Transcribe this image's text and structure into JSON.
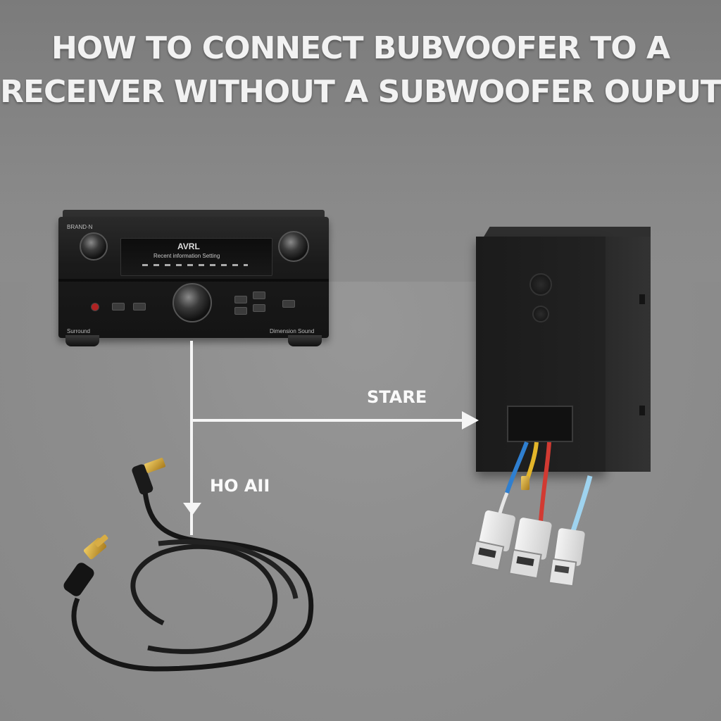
{
  "title": {
    "line1": "HOW TO CONNECT BUBVOOFER TO A",
    "line2": "RECEIVER WITHOUT A SUBWOOFER OUPUT"
  },
  "labels": {
    "arrow_right": "STARE",
    "arrow_down": "HO AII"
  },
  "receiver": {
    "brand": "BRAND·N",
    "display_title": "AVRL",
    "display_line": "Recent information Setting",
    "bottom_left": "Surround",
    "bottom_right": "Dimension Sound"
  },
  "colors": {
    "background": "#8a8a8a",
    "device": "#1c1c1c",
    "arrow": "#f5f5f5",
    "cable_blue": "#2f7fd0",
    "cable_yellow": "#e3b52a",
    "cable_red": "#d23a32",
    "cable_lightblue": "#9fd3ef",
    "gold_plug": "#c79a2e"
  }
}
